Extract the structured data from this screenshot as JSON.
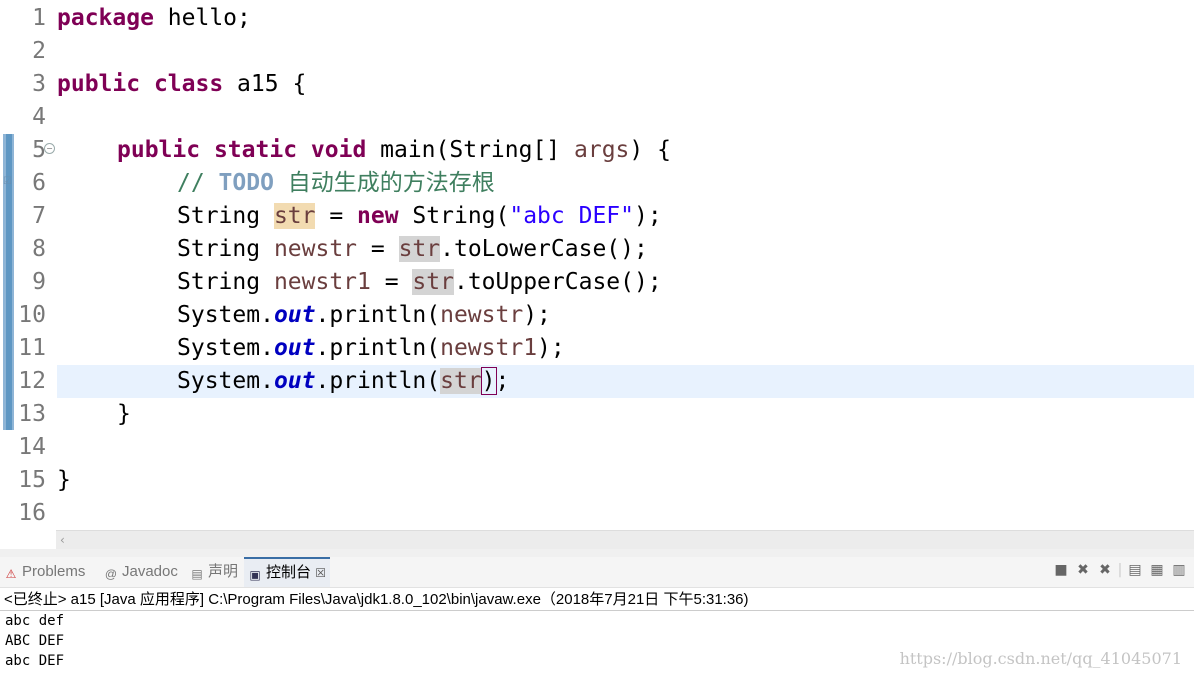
{
  "editor": {
    "line_numbers": [
      "1",
      "2",
      "3",
      "4",
      "5",
      "6",
      "7",
      "8",
      "9",
      "10",
      "11",
      "12",
      "13",
      "14",
      "15",
      "16"
    ],
    "code": {
      "l1_kw": "package",
      "l1_rest": " hello;",
      "l3_kw1": "public",
      "l3_kw2": "class",
      "l3_rest": " a15 {",
      "l5_kw1": "public",
      "l5_kw2": "static",
      "l5_kw3": "void",
      "l5_mid": " main(String[] ",
      "l5_arg": "args",
      "l5_end": ") {",
      "l6_cmt": "// ",
      "l6_todo": "TODO",
      "l6_text": " 自动生成的方法存根",
      "l7_a": "String ",
      "l7_var": "str",
      "l7_b": " = ",
      "l7_kw": "new",
      "l7_c": " String(",
      "l7_str": "\"abc DEF\"",
      "l7_d": ");",
      "l8_a": "String ",
      "l8_var": "newstr",
      "l8_b": " = ",
      "l8_ref": "str",
      "l8_c": ".toLowerCase();",
      "l9_a": "String ",
      "l9_var": "newstr1",
      "l9_b": " = ",
      "l9_ref": "str",
      "l9_c": ".toUpperCase();",
      "l10_a": "System.",
      "l10_fld": "out",
      "l10_b": ".println(",
      "l10_var": "newstr",
      "l10_c": ");",
      "l11_a": "System.",
      "l11_fld": "out",
      "l11_b": ".println(",
      "l11_var": "newstr1",
      "l11_c": ");",
      "l12_a": "System.",
      "l12_fld": "out",
      "l12_b": ".println(",
      "l12_ref": "str",
      "l12_paren": ")",
      "l12_c": ";",
      "l13": "}",
      "l15": "}"
    }
  },
  "panel": {
    "tabs": [
      {
        "label": "Problems",
        "icon": "problems-icon"
      },
      {
        "label": "Javadoc",
        "icon": "javadoc-icon"
      },
      {
        "label": "声明",
        "icon": "declaration-icon"
      },
      {
        "label": "控制台",
        "icon": "console-icon"
      }
    ],
    "close_glyph": "☒",
    "console_header": "<已终止> a15 [Java 应用程序] C:\\Program Files\\Java\\jdk1.8.0_102\\bin\\javaw.exe（2018年7月21日 下午5:31:36)",
    "output": [
      "abc def",
      "ABC DEF",
      "abc DEF"
    ]
  },
  "watermark": "https://blog.csdn.net/qq_41045071"
}
